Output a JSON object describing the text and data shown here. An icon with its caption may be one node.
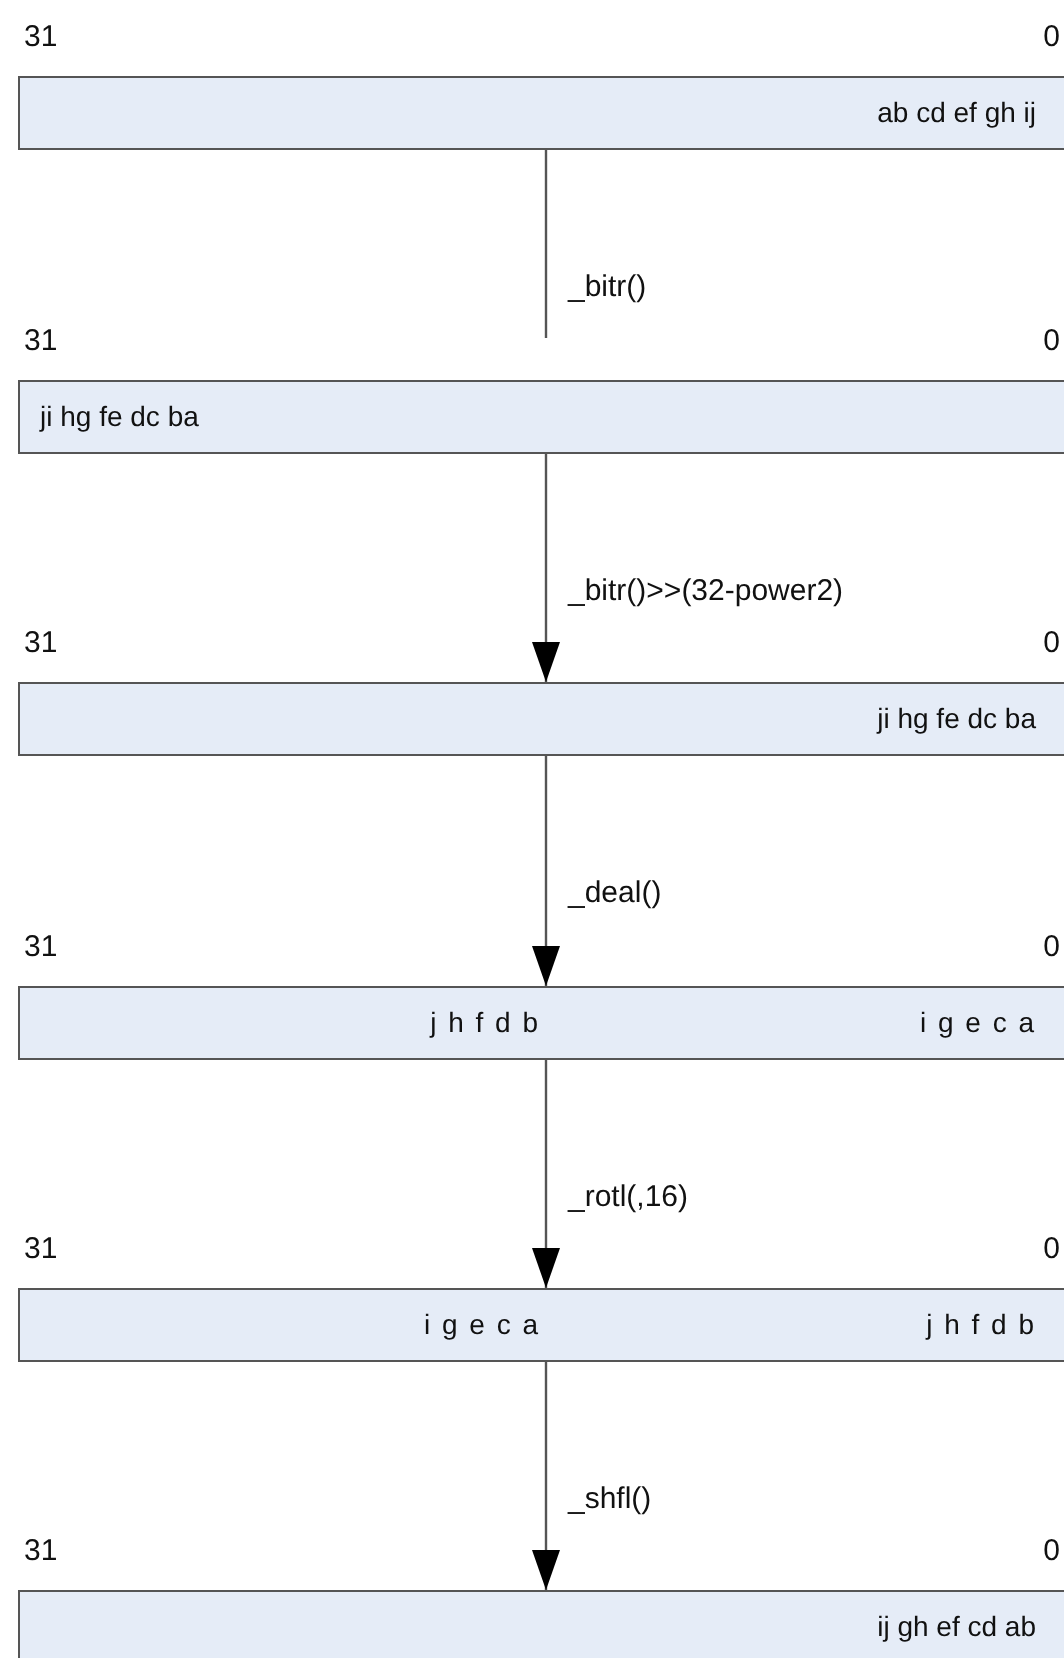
{
  "diagram": {
    "nodes": [
      {
        "text": [
          "ab cd ef gh ij"
        ],
        "beside": [
          "31",
          "0"
        ]
      },
      {
        "text": [
          "ji hg fe dc ba"
        ],
        "beside": [
          "31",
          "0"
        ]
      },
      {
        "text": [
          "ji hg fe dc ba"
        ],
        "beside": [
          "31",
          "0"
        ]
      },
      {
        "text": [
          "j h f d b",
          "i g e c a"
        ],
        "beside": [
          "31",
          "0"
        ]
      },
      {
        "text": [
          "i g e c a",
          "j h f d b"
        ],
        "beside": [
          "31",
          "0"
        ]
      },
      {
        "text": [
          "ij gh ef cd ab"
        ],
        "beside": [
          "31",
          "0"
        ]
      }
    ],
    "edges": [
      {
        "from": 0,
        "to": 1,
        "arrow": "none",
        "label": "_bitr()"
      },
      {
        "from": 1,
        "to": 2,
        "arrow": "to",
        "label": "_bitr()>>(32-power2)"
      },
      {
        "from": 2,
        "to": 3,
        "arrow": "to",
        "label": "_deal()"
      },
      {
        "from": 3,
        "to": 4,
        "arrow": "to",
        "label": "_rotl(,16)"
      },
      {
        "from": 4,
        "to": 5,
        "arrow": "to",
        "label": "_shfl()"
      }
    ]
  }
}
